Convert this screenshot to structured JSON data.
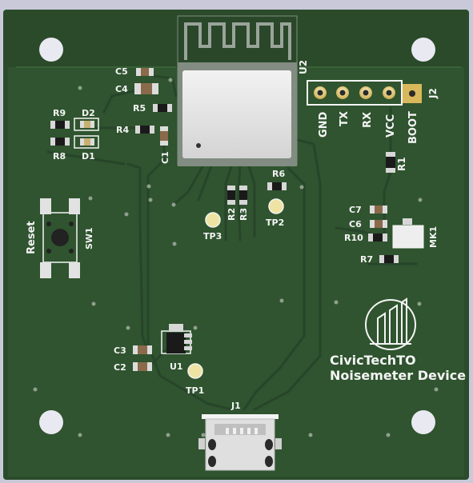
{
  "board": {
    "title_line1": "CivicTechTO",
    "title_line2": "Noisemeter Device"
  },
  "labels": {
    "C5": "C5",
    "C4": "C4",
    "R5": "R5",
    "R4": "R4",
    "C1": "C1",
    "R9": "R9",
    "D2": "D2",
    "R8": "R8",
    "D1": "D1",
    "U2": "U2",
    "J2": "J2",
    "R1": "R1",
    "R6": "R6",
    "R2": "R2",
    "R3": "R3",
    "TP3": "TP3",
    "TP2": "TP2",
    "Reset": "Reset",
    "SW1": "SW1",
    "C7": "C7",
    "C6": "C6",
    "R10": "R10",
    "R7": "R7",
    "MK1": "MK1",
    "C3": "C3",
    "C2": "C2",
    "U1": "U1",
    "TP1": "TP1",
    "J1": "J1"
  },
  "header_pins": [
    "GND",
    "TX",
    "RX",
    "VCC",
    "BOOT"
  ],
  "colors": {
    "board": "#2c4f2c",
    "board_fill": "#2f552f",
    "silkscreen": "#f4f4f4",
    "gold": "#d9c27a",
    "background": "#c9c9d9"
  },
  "icons": {
    "logo": "civictechto-logo-icon"
  }
}
